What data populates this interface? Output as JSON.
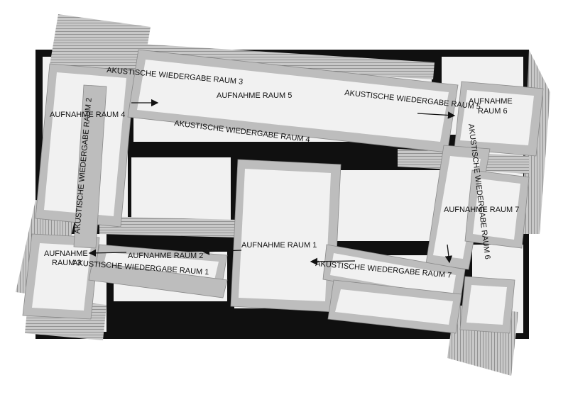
{
  "labels": {
    "ak3": "AKUSTISCHE WIEDERGABE RAUM 3",
    "auf5": "AUFNAHME RAUM 5",
    "ak5": "AKUSTISCHE WIEDERGABE RAUM 5",
    "auf6": "AUFNAHME RAUM 6",
    "auf4": "AUFNAHME RAUM 4",
    "ak2": "AKUSTISCHE WIEDERGABE RAUM 2",
    "ak4": "AKUSTISCHE WIEDERGABE RAUM 4",
    "ak6": "AKUSTISCHE WIEDERGABE RAUM 6",
    "auf7": "AUFNAHME RAUM 7",
    "auf1": "AUFNAHME RAUM 1",
    "auf2": "AUFNAHME RAUM 2",
    "auf3": "AUFNAHME RAUM 3",
    "ak1": "AKUSTISCHE WIEDERGABE RAUM 1",
    "ak7": "AKUSTISCHE WIEDERGABE RAUM 7"
  }
}
